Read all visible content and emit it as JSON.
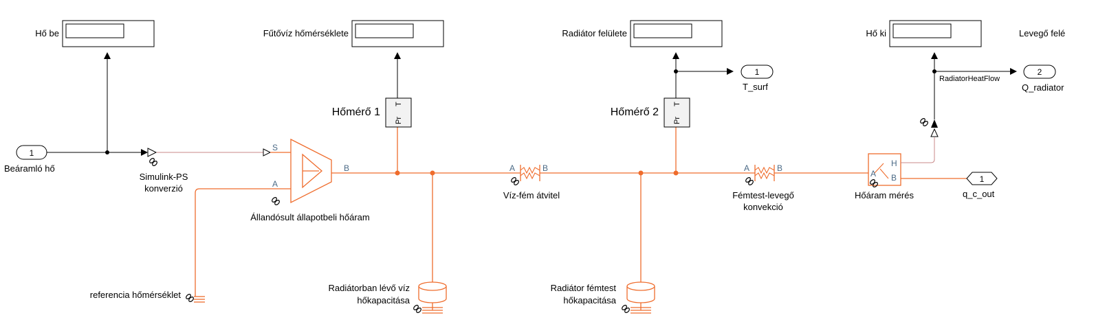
{
  "displays": {
    "ho_be": "Hő be",
    "futoviz": "Fűtővíz hőmérséklete",
    "radiator_felulete": "Radiátor felülete",
    "ho_ki": "Hő ki",
    "levego": "Levegő felé"
  },
  "inports": {
    "in1_num": "1",
    "in1_label": "Beáramló hő"
  },
  "outports": {
    "out1_num": "1",
    "out1_label": "T_surf",
    "out2_num": "2",
    "out2_label": "Q_radiator",
    "conn1_num": "1",
    "conn1_label": "q_c_out"
  },
  "blocks": {
    "sps_line1": "Simulink-PS",
    "sps_line2": "konverzió",
    "source_label": "Állandósult állapotbeli hőáram",
    "source_S": "S",
    "source_A": "A",
    "source_B": "B",
    "homero1": "Hőmérő 1",
    "homero2": "Hőmérő 2",
    "sensor_Pr": "Pr",
    "sensor_T": "T",
    "viz_fem": "Víz-fém átvitel",
    "conv_line1": "Fémtest-levegő",
    "conv_line2": "konvekció",
    "port_A": "A",
    "port_B": "B",
    "hoaram": "Hőáram mérés",
    "hoaram_H": "H",
    "hoaram_A": "A",
    "hoaram_B": "B",
    "signal_name": "RadiatorHeatFlow",
    "ref_temp": "referencia hőmérséklet",
    "cap1_line1": "Radiátorban lévő víz",
    "cap1_line2": "hőkapacitása",
    "cap2_line1": "Radiátor fémtest",
    "cap2_line2": "hőkapacitása"
  },
  "colors": {
    "physical": "#ef6c2c",
    "signal": "#000000",
    "ps_signal": "#c88a8a",
    "port_label": "#4b6a86"
  }
}
